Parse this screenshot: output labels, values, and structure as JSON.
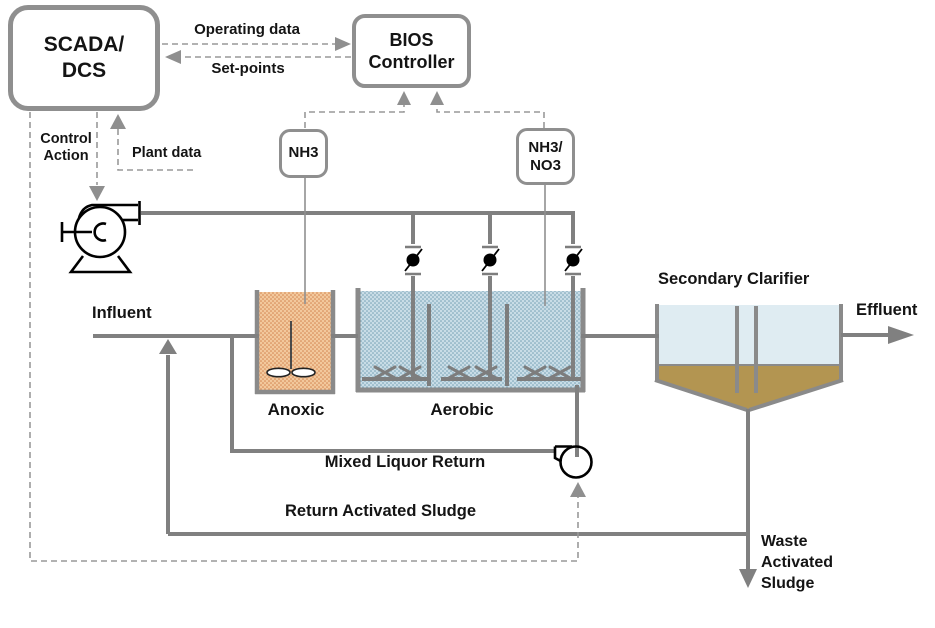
{
  "boxes": {
    "scada": "SCADA/\nDCS",
    "bios": "BIOS\nController",
    "nh3_sensor": "NH3",
    "nh3_no3_sensor": "NH3/\nNO3"
  },
  "signals": {
    "operating_data": "Operating data",
    "set_points": "Set-points",
    "control_action": "Control\nAction",
    "plant_data": "Plant data"
  },
  "process": {
    "influent": "Influent",
    "anoxic_tank": "Anoxic",
    "aerobic_tank": "Aerobic",
    "secondary_clarifier": "Secondary Clarifier",
    "effluent": "Effluent",
    "mixed_liquor_return": "Mixed Liquor Return",
    "return_activated_sludge": "Return Activated Sludge",
    "waste_activated_sludge": "Waste\nActivated\nSludge"
  },
  "colors": {
    "pipe_gray": "#808080",
    "box_border_gray": "#8f8f8f",
    "dashed_signal_gray": "#999999",
    "anoxic_fill": "#f2c89c",
    "anoxic_dot": "#d2834e",
    "aerobic_fill": "#c8dce6",
    "aerobic_dot": "#74a0b4",
    "clarifier_water": "#dfecf2",
    "sludge_brown": "#b39551",
    "equipment_black": "#000000"
  }
}
